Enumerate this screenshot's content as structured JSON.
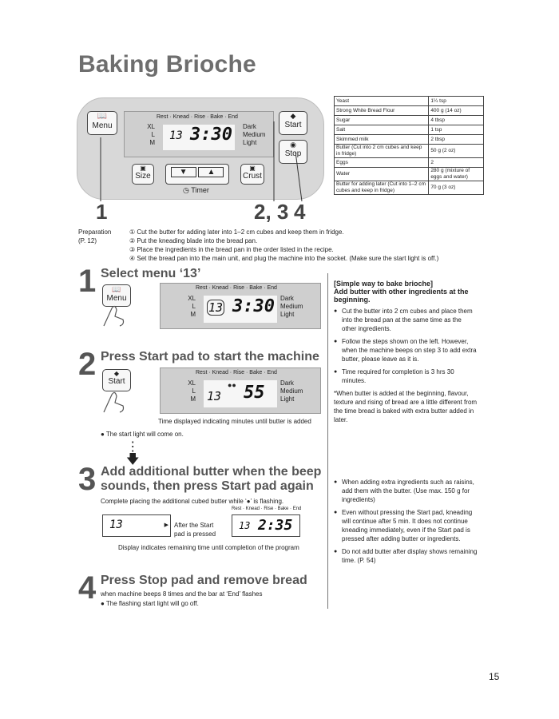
{
  "title": "Baking Brioche",
  "panel": {
    "menu_label": "Menu",
    "start_label": "Start",
    "stop_label": "Stop",
    "size_label": "Size",
    "crust_label": "Crust",
    "timer_label": "Timer",
    "stages": "Rest · Knead · Rise · Bake · End",
    "sizes": [
      "XL",
      "L",
      "M"
    ],
    "crusts": [
      "Dark",
      "Medium",
      "Light"
    ],
    "menu_num": "13",
    "time": "3:30"
  },
  "callouts": {
    "one": "1",
    "two_three": "2, 3",
    "four": "4"
  },
  "ingredients": [
    [
      "Yeast",
      "1¼ tsp"
    ],
    [
      "Strong White Bread Flour",
      "400 g (14 oz)"
    ],
    [
      "Sugar",
      "4 tbsp"
    ],
    [
      "Salt",
      "1 tsp"
    ],
    [
      "Skimmed milk",
      "2 tbsp"
    ],
    [
      "Butter (Cut into 2 cm cubes and keep in fridge)",
      "50 g (2 oz)"
    ],
    [
      "Eggs",
      "2"
    ],
    [
      "Water",
      "280 g (mixture of eggs and water)"
    ],
    [
      "Butter for adding later (Cut into 1–2 cm cubes and keep in fridge)",
      "70 g (3 oz)"
    ]
  ],
  "preparation": {
    "label": "Preparation",
    "ref": "(P. 12)",
    "items": [
      "① Cut the butter for adding later into 1–2 cm cubes and keep them in fridge.",
      "② Put the kneading blade into the bread pan.",
      "③ Place the ingredients in the bread pan in the order listed in the recipe.",
      "④ Set the bread pan into the main unit, and plug the machine into the socket. (Make sure the start light is off.)"
    ]
  },
  "steps": {
    "s1": {
      "num": "1",
      "title": "Select menu ‘13’",
      "time": "3:30"
    },
    "s2": {
      "num": "2",
      "title": "Press Start pad to start the machine",
      "time": "55",
      "caption": "Time displayed indicating minutes until butter is added",
      "note": "The start light will come on."
    },
    "s3": {
      "num": "3",
      "title_line1": "Add additional butter when the beep",
      "title_line2": "sounds, then press Start pad again",
      "sub": "Complete placing the additional cubed butter while ‘●’ is flashing.",
      "after_label": "After the Start pad is pressed",
      "time": "2:35",
      "caption": "Display indicates remaining time until completion of the program",
      "stages": "Rest · Knead · Rise · Bake · End"
    },
    "s4": {
      "num": "4",
      "title": "Press Stop pad and remove bread",
      "sub": "when machine beeps 8 times and the bar at ‘End’ flashes",
      "note": "The flashing start light will go off."
    }
  },
  "simple": {
    "head1": "[Simple way to bake brioche]",
    "head2": "Add butter with other ingredients at the beginning.",
    "bullets": [
      "Cut the butter into 2 cm cubes and place them into the bread pan at the same time as the other ingredients.",
      "Follow the steps shown on the left. However, when the machine beeps on step 3 to add extra butter, please leave as it is.",
      "Time required for completion is 3 hrs 30 minutes."
    ],
    "note": "*When butter is added at the beginning, flavour, texture and rising of bread are a little different from the time bread is baked with extra butter added in later.",
    "bullets2": [
      "When adding extra ingredients such as raisins, add them with the butter. (Use max. 150 g for ingredients)",
      "Even without pressing the Start pad, kneading will continue after 5 min. It does not continue kneading immediately, even if the Start pad is pressed after adding butter or ingredients.",
      "Do not add butter after display shows remaining time. (P. 54)"
    ]
  },
  "page_number": "15"
}
